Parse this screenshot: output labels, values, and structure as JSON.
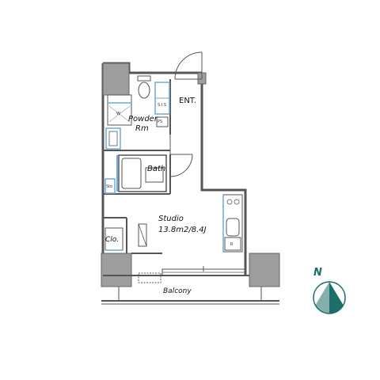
{
  "labels": {
    "entrance": "ENT.",
    "powder_room_line1": "Powder",
    "powder_room_line2": "Rm",
    "bath": "Bath",
    "studio": "Studio",
    "studio_area": "13.8m2/8.4J",
    "closet": "Clo.",
    "balcony": "Balcony",
    "shoe_storage": "S.I.S",
    "pipe_space": "PS",
    "washer": "W",
    "storage": "Sto",
    "refrigerator": "R"
  },
  "compass": {
    "letter": "N"
  },
  "colors": {
    "wall": "#9e9e9e",
    "wall_dark": "#555555",
    "fixture_blue": "#6fa8dc",
    "compass_teal": "#1d6e6a"
  }
}
